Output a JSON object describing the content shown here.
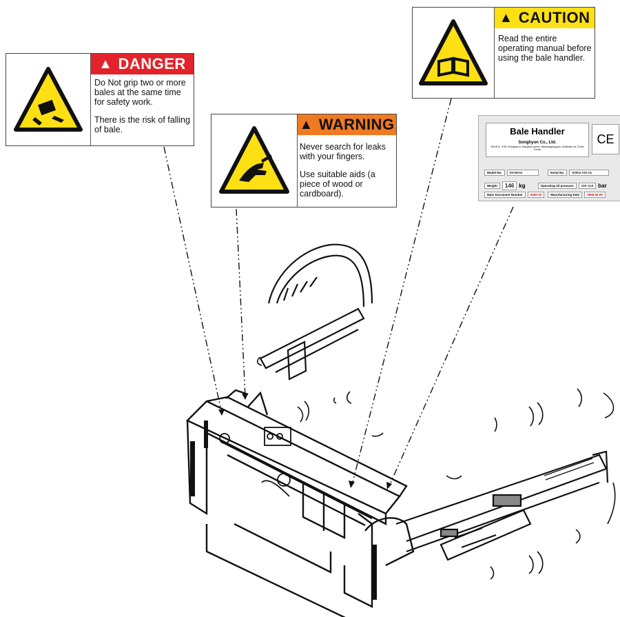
{
  "danger": {
    "heading": "DANGER",
    "line1": "Do Not grip two or more bales at the same time for safety work.",
    "line2": "There is the risk of falling of bale.",
    "color": "#e3232b"
  },
  "warning": {
    "heading": "WARNING",
    "line1": "Never search for leaks with your fingers.",
    "line2": "Use suitable aids (a piece of wood or cardboard).",
    "color": "#f07a22"
  },
  "caution": {
    "heading": "CAUTION",
    "line1": "Read the entire operating manual before using the bale handler.",
    "color": "#fde014"
  },
  "nameplate": {
    "title": "Bale Handler",
    "company": "Songhyun Co., Ltd.",
    "address": "320-8/11, 3782 Yeongsan-ro, Bangsan-myeon, Namyangang-gun, Jeollanam-do, South Korea",
    "ce": "CE",
    "model_label": "Model No.",
    "model_value": "SH-BIAG",
    "serial_label": "Serial No.",
    "serial_value": "S0001-V01-01",
    "weight_label": "Weight",
    "weight_value": "146",
    "weight_unit": "kg",
    "pressure_label": "Operating oil pressure",
    "pressure_value": "100~210",
    "pressure_unit": "bar",
    "doc_label": "Main Document Number",
    "doc_value": "0000-10",
    "date_label": "Manufacturing Date",
    "date_value": "0000.00.00"
  }
}
